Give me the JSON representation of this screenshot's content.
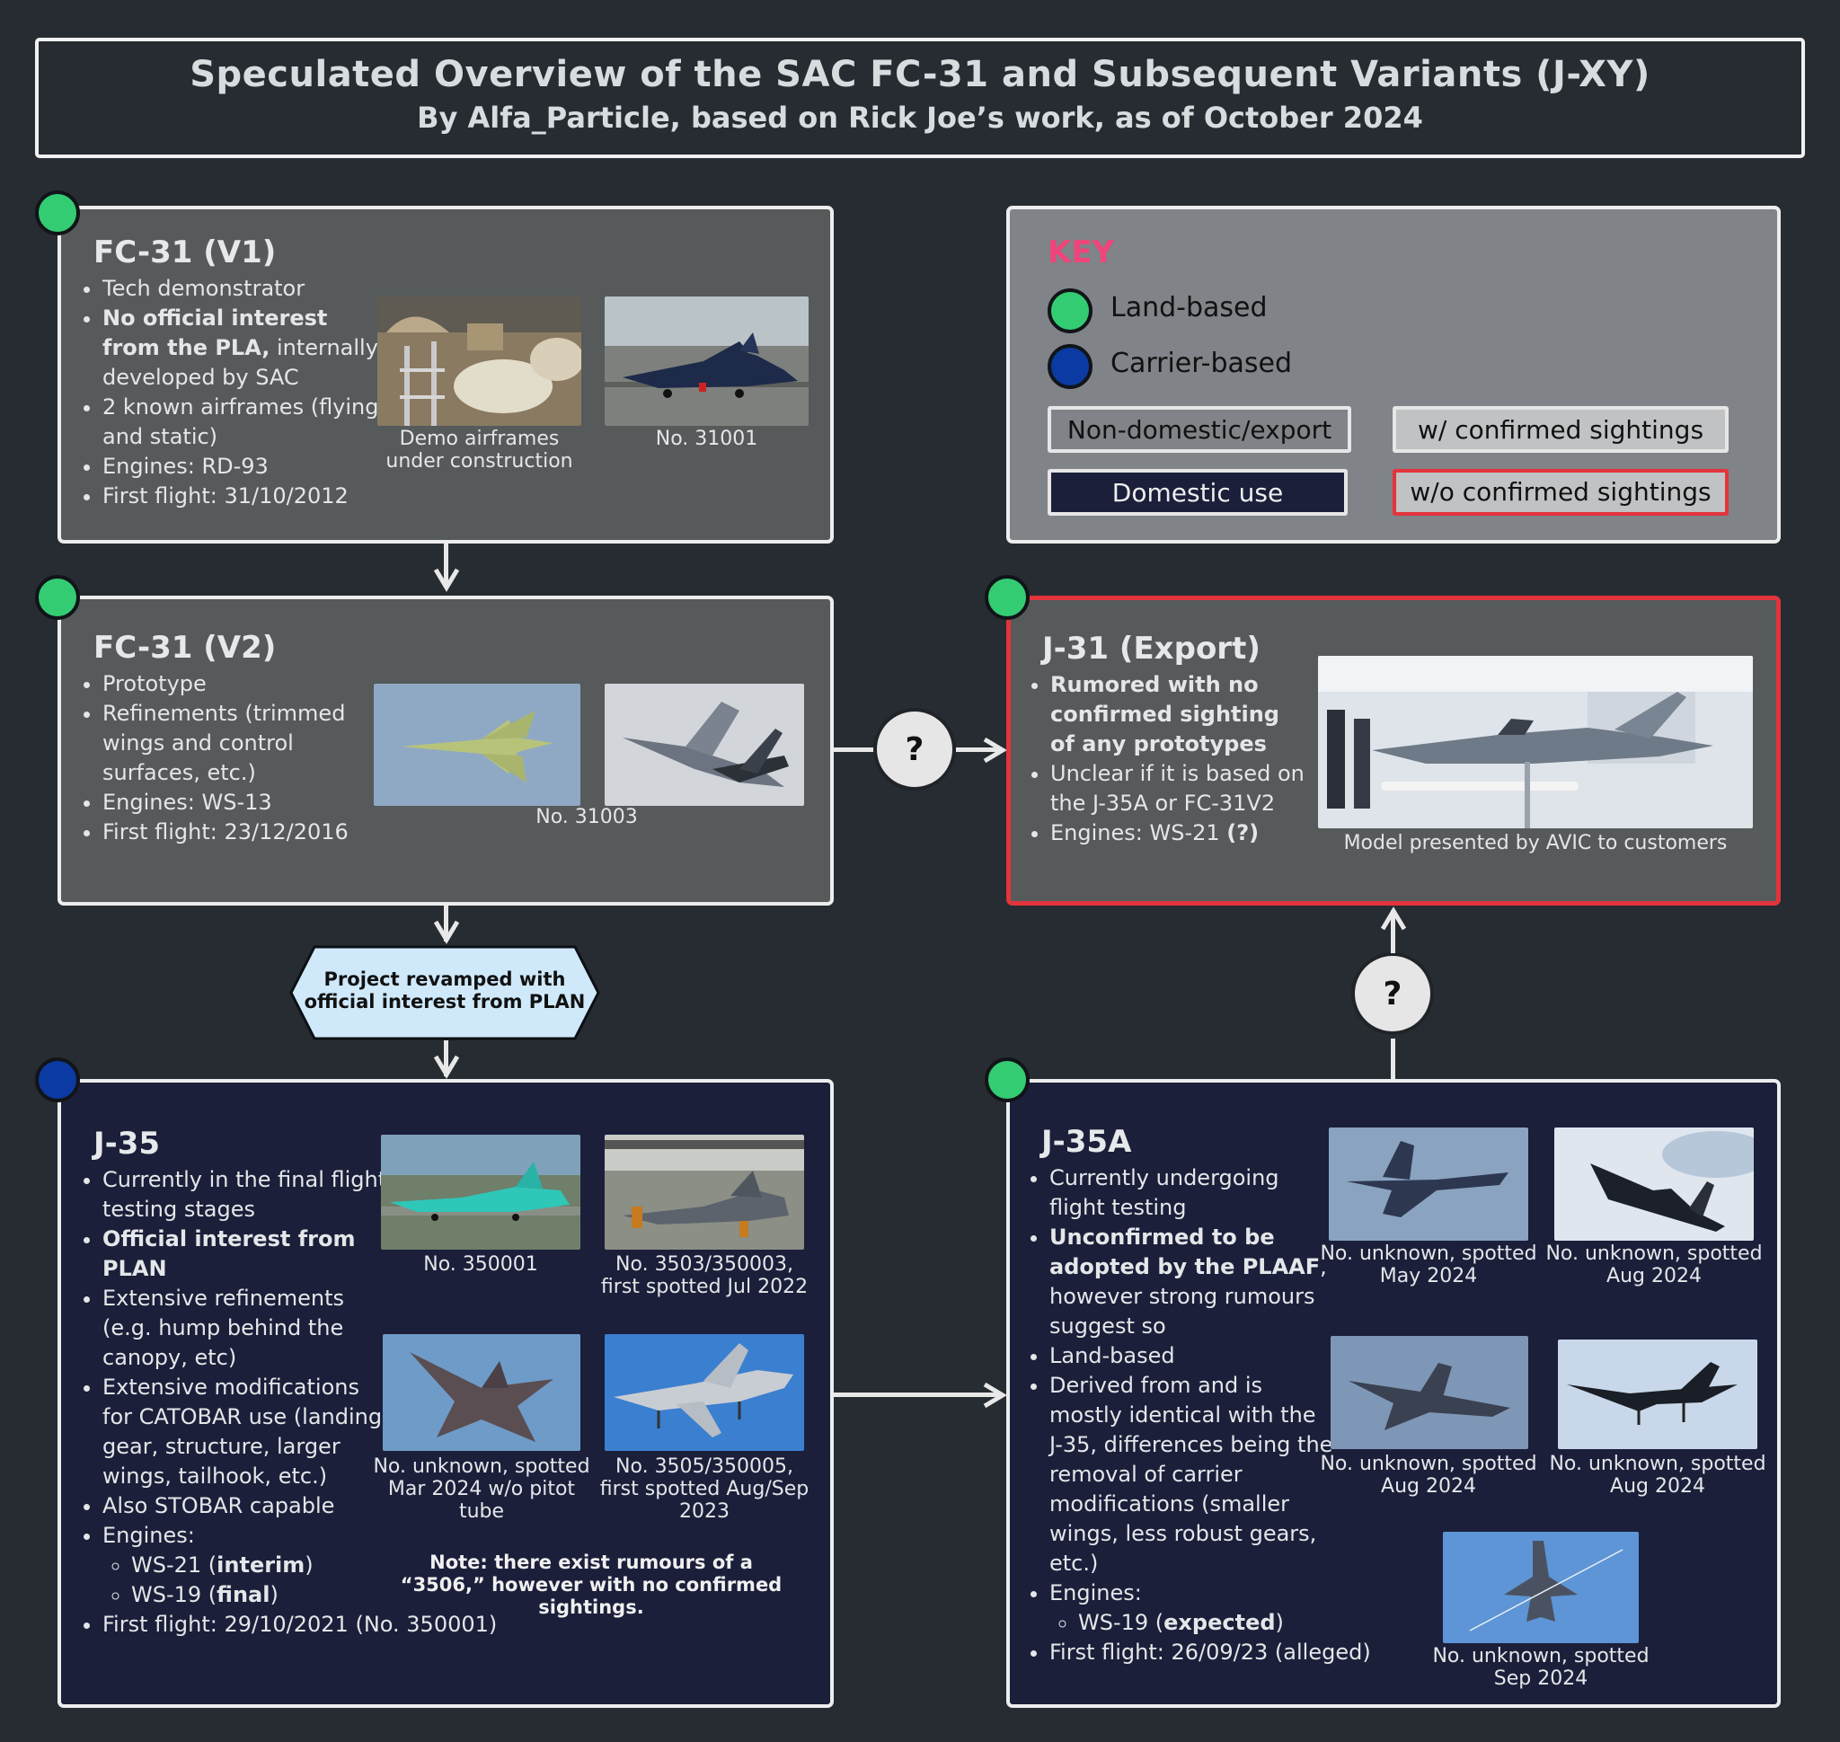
{
  "header": {
    "title": "Speculated Overview of the SAC FC-31 and Subsequent Variants (J-XY)",
    "subtitle": "By Alfa_Particle, based on Rick Joe’s work, as of October 2024"
  },
  "key": {
    "title": "KEY",
    "land": "Land-based",
    "carrier": "Carrier-based",
    "export": "Non-domestic/export",
    "domestic": "Domestic use",
    "confirmed": "w/ confirmed sightings",
    "unconfirmed": "w/o confirmed sightings",
    "colors": {
      "land": "#33cc73",
      "carrier": "#0b3aa3",
      "unconfirmed_border": "#e3343b",
      "key_title": "#f0447a"
    }
  },
  "fc31v1": {
    "title": "FC-31 (V1)",
    "b1": "Tech demonstrator",
    "b2_bold": "No official interest from the PLA,",
    "b2_rest": " internally developed by SAC",
    "b3": "2 known airframes (flying and static)",
    "b4": "Engines: RD-93",
    "b5": "First flight: 31/10/2012",
    "cap1": "Demo airframes under construction",
    "cap2": "No. 31001"
  },
  "fc31v2": {
    "title": "FC-31 (V2)",
    "b1": "Prototype",
    "b2": "Refinements (trimmed wings and control surfaces, etc.)",
    "b3": "Engines: WS-13",
    "b4": "First flight: 23/12/2016",
    "cap": "No. 31003"
  },
  "j31": {
    "title": "J-31 (Export)",
    "b1_bold": "Rumored with no confirmed sighting of any prototypes",
    "b2": "Unclear if it is based on the J-35A or FC-31V2",
    "b3": "Engines: WS-21 ",
    "b3_bold": "(?)",
    "cap": "Model presented by AVIC to customers"
  },
  "revamp": {
    "label": "Project revamped with official interest from PLAN"
  },
  "question_mark": "?",
  "j35": {
    "title": "J-35",
    "b1": "Currently in the final flight testing stages",
    "b2_bold": "Official interest from PLAN",
    "b3": "Extensive refinements (e.g. hump behind the canopy, etc)",
    "b4": "Extensive modifications for CATOBAR use (landing gear, structure, larger wings, tailhook, etc.)",
    "b5": "Also STOBAR capable",
    "b6": "Engines:",
    "e1": "WS-21 (",
    "e1_bold": "interim",
    "e2": "WS-19 (",
    "e2_bold": "final",
    "close": ")",
    "b7": "First flight: 29/10/2021 (No. 350001)",
    "cap1": "No. 350001",
    "cap2": "No. 3503/350003, first spotted Jul 2022",
    "cap3": "No. unknown, spotted Mar 2024 w/o pitot tube",
    "cap4": "No. 3505/350005, first spotted Aug/Sep 2023",
    "note": "Note: there exist rumours of a “3506,” however with no confirmed sightings."
  },
  "j35a": {
    "title": "J-35A",
    "b1": "Currently undergoing flight testing",
    "b2_bold": "Unconfirmed to be adopted by the PLAAF",
    "b2_rest": ", however strong rumours suggest so",
    "b3": "Land-based",
    "b4": "Derived from and is mostly identical with the J-35, differences being the removal of carrier modifications (smaller wings, less robust gears, etc.)",
    "b5": "Engines:",
    "e1": "WS-19 (",
    "e1_bold": "expected",
    "close": ")",
    "b6": "First flight: 26/09/23 (alleged)",
    "cap1": "No. unknown, spotted May 2024",
    "cap2": "No. unknown, spotted Aug 2024",
    "cap3": "No. unknown, spotted Aug 2024",
    "cap4": "No. unknown, spotted Aug 2024",
    "cap5": "No. unknown, spotted Sep 2024"
  }
}
